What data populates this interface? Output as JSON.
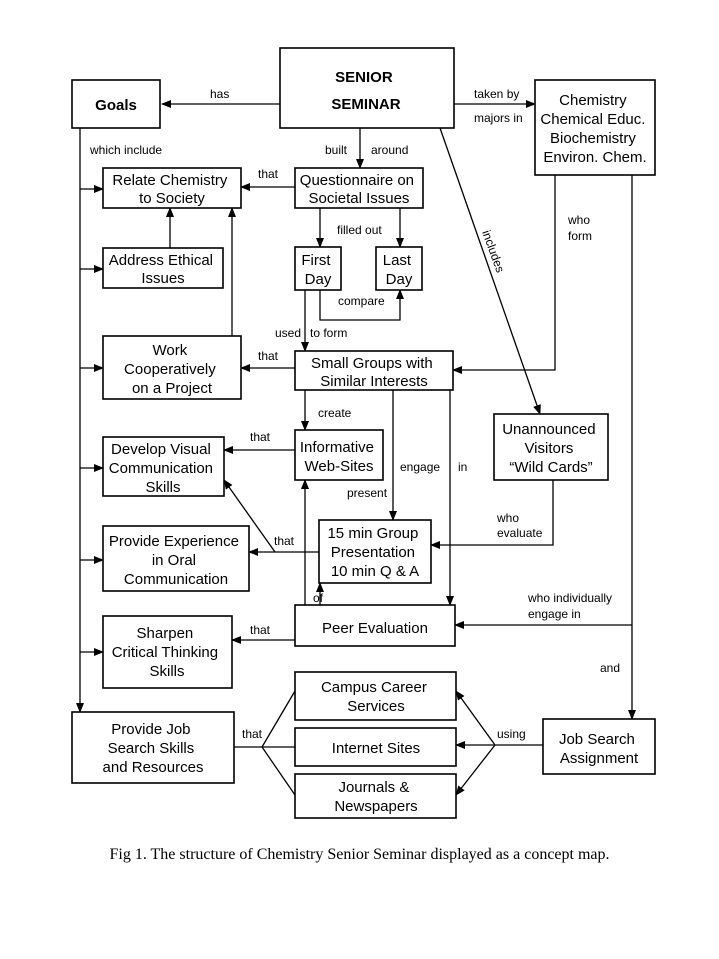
{
  "diagram": {
    "nodes": {
      "senior_seminar": [
        "SENIOR",
        "SEMINAR"
      ],
      "goals": [
        "Goals"
      ],
      "majors": [
        "Chemistry",
        "Chemical Educ.",
        "Biochemistry",
        "Environ. Chem."
      ],
      "relate_chemistry": [
        "Relate Chemistry",
        "to Society"
      ],
      "questionnaire": [
        "Questionnaire on",
        "Societal Issues"
      ],
      "address_ethical": [
        "Address Ethical",
        "Issues"
      ],
      "first_day": [
        "First",
        "Day"
      ],
      "last_day": [
        "Last",
        "Day"
      ],
      "work_coop": [
        "Work",
        "Cooperatively",
        "on a Project"
      ],
      "small_groups": [
        "Small Groups with",
        "Similar Interests"
      ],
      "develop_visual": [
        "Develop Visual",
        "Communication",
        "Skills"
      ],
      "web_sites": [
        "Informative",
        "Web-Sites"
      ],
      "visitors": [
        "Unannounced",
        "Visitors",
        "“Wild Cards”"
      ],
      "oral_comm": [
        "Provide Experience",
        "in Oral",
        "Communication"
      ],
      "presentation": [
        "15 min Group",
        "Presentation",
        "10 min Q & A"
      ],
      "critical_thinking": [
        "Sharpen",
        "Critical Thinking",
        "Skills"
      ],
      "peer_eval": [
        "Peer Evaluation"
      ],
      "job_search_skills": [
        "Provide Job",
        "Search Skills",
        "and Resources"
      ],
      "campus_career": [
        "Campus Career",
        "Services"
      ],
      "internet_sites": [
        "Internet Sites"
      ],
      "journals": [
        "Journals &",
        "Newspapers"
      ],
      "job_assignment": [
        "Job Search",
        "Assignment"
      ]
    },
    "links": {
      "has": "has",
      "taken_by": "taken by",
      "majors_in": "majors in",
      "which_include": "which include",
      "built": "built",
      "around": "around",
      "that": "that",
      "filled_out": "filled out",
      "includes": "includes",
      "who": "who",
      "form": "form",
      "compare": "compare",
      "used": "used",
      "to_form": "to form",
      "create": "create",
      "engage": "engage",
      "in": "in",
      "present": "present",
      "evaluate": "evaluate",
      "of": "of",
      "who_individually": "who individually",
      "engage_in": "engage in",
      "and": "and",
      "using": "using"
    },
    "colors": {
      "senior_seminar": "#e8141e",
      "goals": "#1c2fa0"
    }
  },
  "caption": "Fig 1.  The structure of Chemistry Senior Seminar displayed as a concept map."
}
